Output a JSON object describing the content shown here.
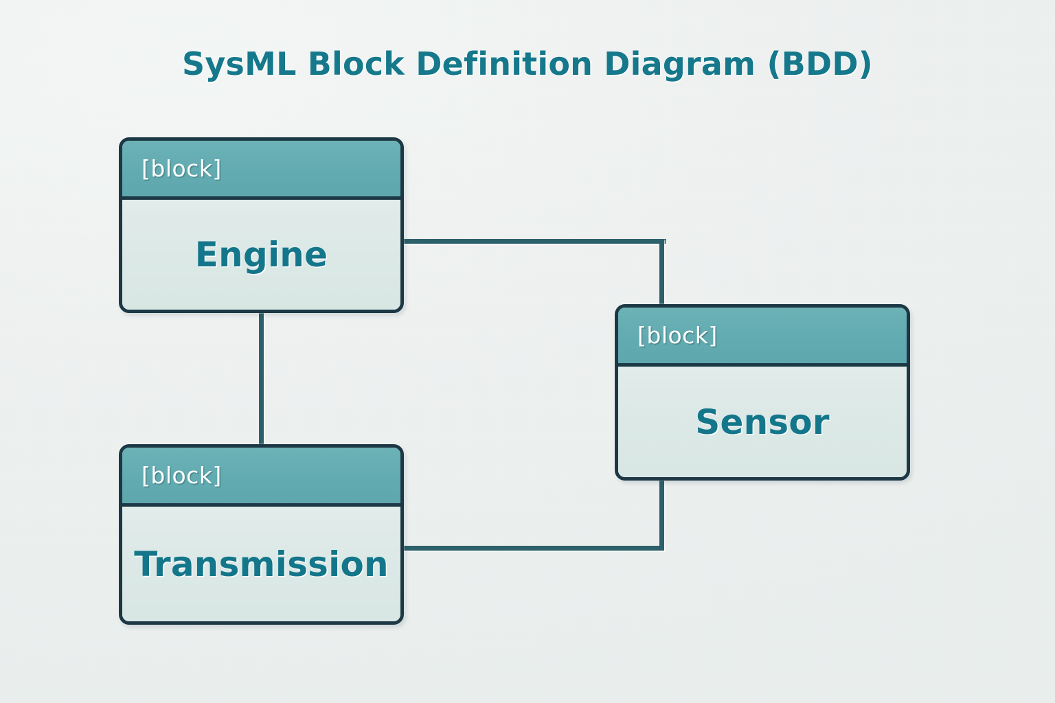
{
  "title": "SysML Block Definition Diagram (BDD)",
  "colors": {
    "background": "#ecf0ef",
    "title_text": "#15788b",
    "block_border": "#1d3845",
    "block_header_fill": "#62abb1",
    "block_body_fill": "#dde9e7",
    "block_name_text": "#14768a",
    "stereotype_text": "#ffffff",
    "connector": "#2c606a"
  },
  "blocks": [
    {
      "id": "engine",
      "stereotype": "[block]",
      "name": "Engine"
    },
    {
      "id": "sensor",
      "stereotype": "[block]",
      "name": "Sensor"
    },
    {
      "id": "transmission",
      "stereotype": "[block]",
      "name": "Transmission"
    }
  ],
  "connections": [
    {
      "from": "Engine",
      "to": "Sensor",
      "style": "orthogonal"
    },
    {
      "from": "Engine",
      "to": "Transmission",
      "style": "orthogonal"
    },
    {
      "from": "Sensor",
      "to": "Transmission",
      "style": "orthogonal"
    }
  ]
}
